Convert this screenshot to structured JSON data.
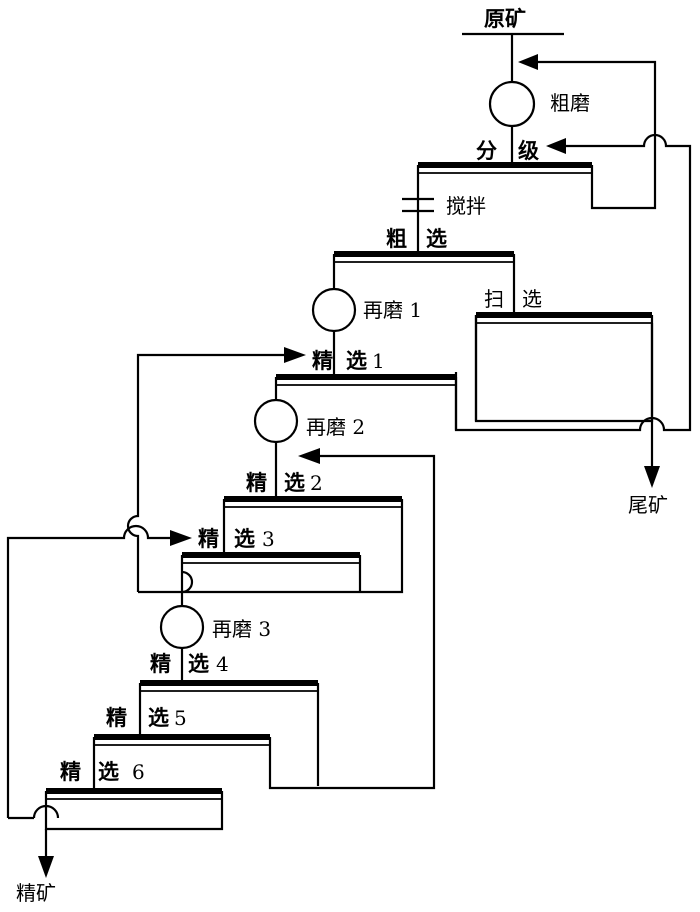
{
  "labels": {
    "ore": "原矿",
    "coarse_grinding": "粗磨",
    "classification_1": "分",
    "classification_2": "级",
    "agitation": "搅拌",
    "rougher_1": "粗",
    "rougher_2": "选",
    "scavenger_1": "扫",
    "scavenger_2": "选",
    "regrind_1": "再磨 1",
    "regrind_2": "再磨 2",
    "regrind_3": "再磨 3",
    "cleaner_1a": "精",
    "cleaner_1b": "选",
    "cleaner_1n": "1",
    "cleaner_2a": "精",
    "cleaner_2b": "选",
    "cleaner_2n": "2",
    "cleaner_3a": "精",
    "cleaner_3b": "选",
    "cleaner_3n": "3",
    "cleaner_4a": "精",
    "cleaner_4b": "选",
    "cleaner_4n": "4",
    "cleaner_5a": "精",
    "cleaner_5b": "选",
    "cleaner_5n": "5",
    "cleaner_6a": "精",
    "cleaner_6b": "选",
    "cleaner_6n": "6",
    "tailings": "尾矿",
    "concentrate": "精矿"
  }
}
